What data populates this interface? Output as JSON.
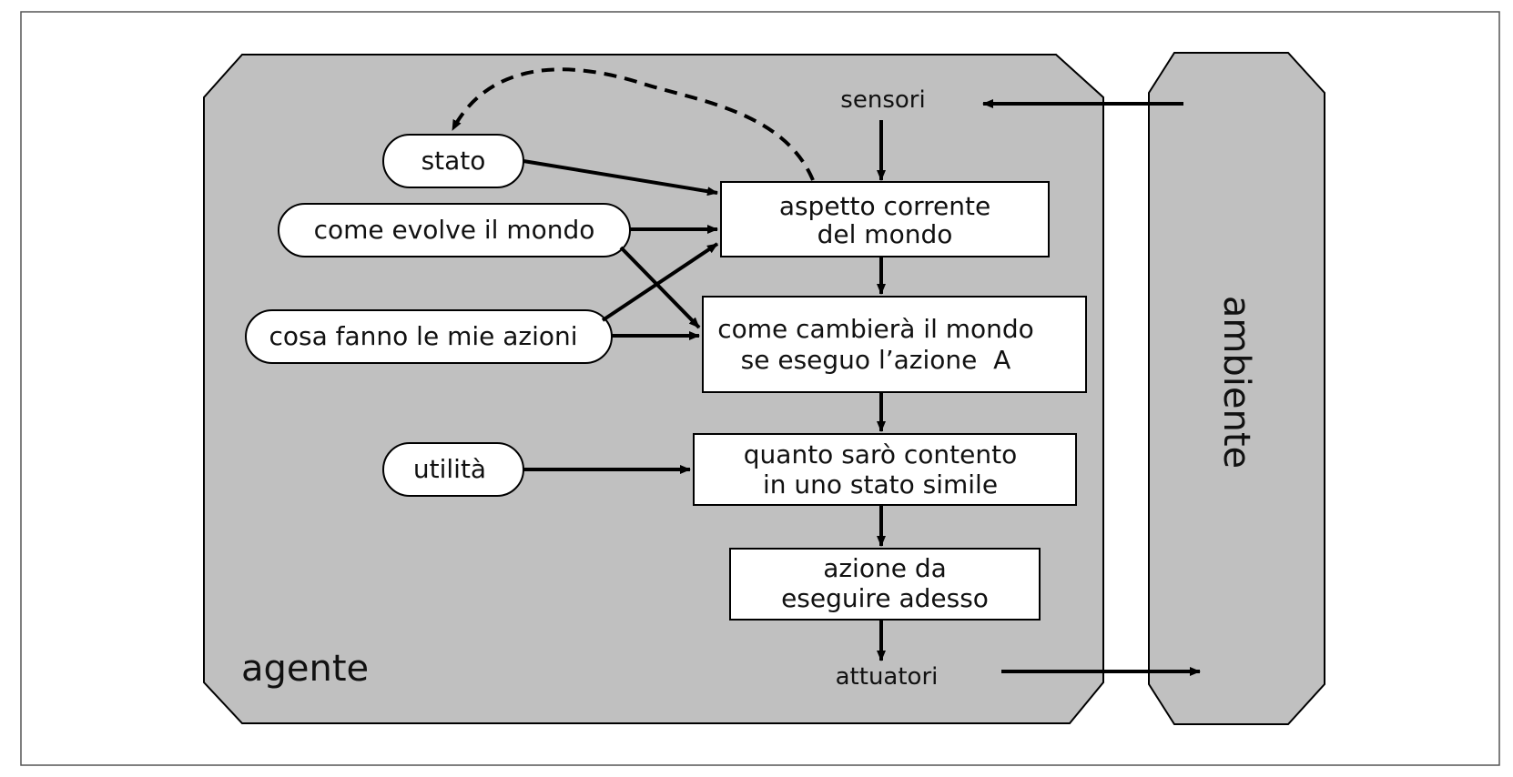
{
  "agent": {
    "label": "agente"
  },
  "environment": {
    "label": "ambiente"
  },
  "sensors": {
    "label": "sensori"
  },
  "actuators": {
    "label": "attuatori"
  },
  "inputs": {
    "state": "stato",
    "world_evolution": "come evolve il mondo",
    "action_effects": "cosa fanno le mie azioni",
    "utility": "utilità"
  },
  "boxes": {
    "current_world": {
      "line1": "aspetto corrente",
      "line2": "del mondo"
    },
    "world_if_action": {
      "line1": "come cambierà il mondo",
      "line2": "se eseguo l’azione  A"
    },
    "happiness": {
      "line1": "quanto sarò contento",
      "line2": "in uno stato simile"
    },
    "action_now": {
      "line1": "azione da",
      "line2": "eseguire adesso"
    }
  },
  "colors": {
    "panel_fill": "#c0c0c0",
    "stroke": "#000000",
    "box_fill": "#ffffff"
  }
}
